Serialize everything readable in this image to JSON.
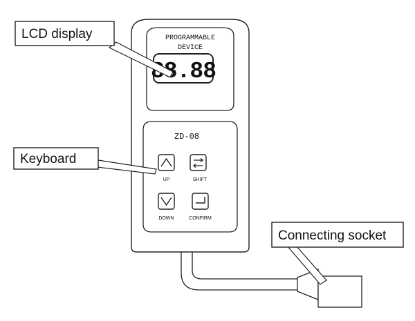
{
  "device": {
    "header_line1": "PROGRAMMABLE",
    "header_line2": "DEVICE",
    "lcd_value": "88.88",
    "model": "ZD-08"
  },
  "keys": {
    "up": {
      "label": "UP",
      "icon": "chevron-up-icon"
    },
    "shift": {
      "label": "SHIFT",
      "icon": "shift-arrows-icon"
    },
    "down": {
      "label": "DOWN",
      "icon": "chevron-down-icon"
    },
    "confirm": {
      "label": "CONFIRM",
      "icon": "enter-icon"
    }
  },
  "callouts": {
    "lcd": "LCD display",
    "keyboard": "Keyboard",
    "socket": "Connecting socket"
  }
}
